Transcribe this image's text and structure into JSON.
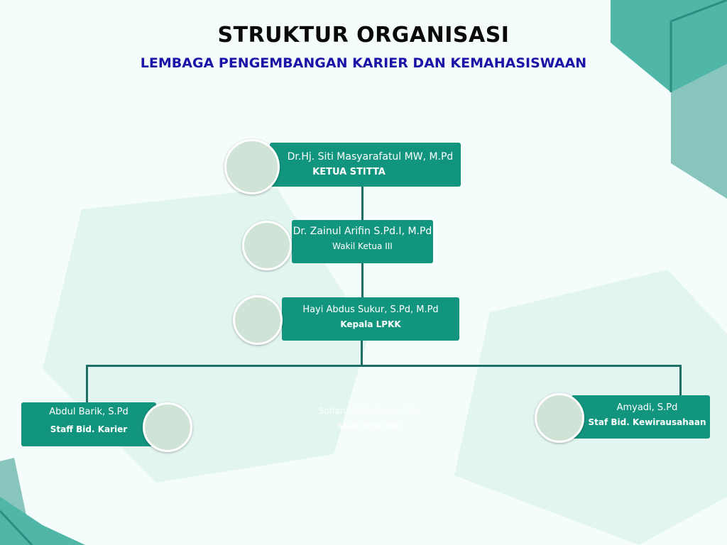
{
  "header": {
    "title": "STRUKTUR ORGANISASI",
    "subtitle": "LEMBAGA PENGEMBANGAN KARIER DAN KEMAHASISWAAN"
  },
  "colors": {
    "box": "#12957f",
    "line": "#1f6e66",
    "title": "#0a0a0a",
    "subtitle": "#1b12a8",
    "background": "#f4fdfb"
  },
  "nodes": [
    {
      "name": "Dr.Hj. Siti Masyarafatul MW, M.Pd",
      "role": "KETUA STITTA"
    },
    {
      "name": "Dr. Zainul Arifin S.Pd.I, M.Pd",
      "role": "Wakil Ketua III"
    },
    {
      "name": "Hayi Abdus Sukur, S.Pd, M.Pd",
      "role": "Kepala LPKK"
    },
    {
      "name": "Abdul Barik, S.Pd",
      "role": "Staff Bid. Karier"
    },
    {
      "name": "Sofiatul Wahdania, S.Pd",
      "role": "Staff Prodi PAI"
    },
    {
      "name": "Amyadi, S.Pd",
      "role": "Staf Bid. Kewirausahaan"
    }
  ]
}
